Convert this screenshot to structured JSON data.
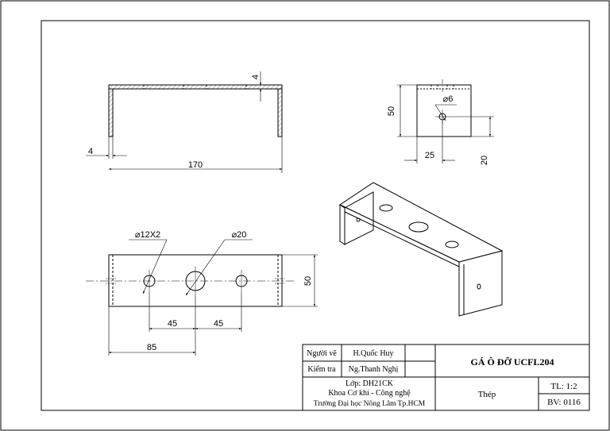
{
  "drawing": {
    "dims": {
      "top_thickness": "4",
      "side_thickness": "4",
      "overall_length": "170",
      "side_height": "50",
      "hole_small_dia": "⌀6",
      "side_hole_offset_x": "25",
      "side_hole_offset_y": "20",
      "hole_12": "⌀12X2",
      "hole_20": "⌀20",
      "bottom_width": "50",
      "spacing_left": "45",
      "spacing_right": "45",
      "center_offset": "85"
    }
  },
  "title_block": {
    "drawn_by_label": "Người vẽ",
    "drawn_by": "H.Quốc Huy",
    "checked_by_label": "Kiểm tra",
    "checked_by": "Ng.Thanh Nghị",
    "class": "Lớp: DH21CK",
    "faculty": "Khoa Cơ khí - Công nghệ",
    "university": "Trường Đại học Nông Lâm Tp.HCM",
    "title": "GÁ Ô ĐỠ UCFL204",
    "material": "Thép",
    "scale": "TL: 1:2",
    "sheet_no": "BV: 0116"
  }
}
